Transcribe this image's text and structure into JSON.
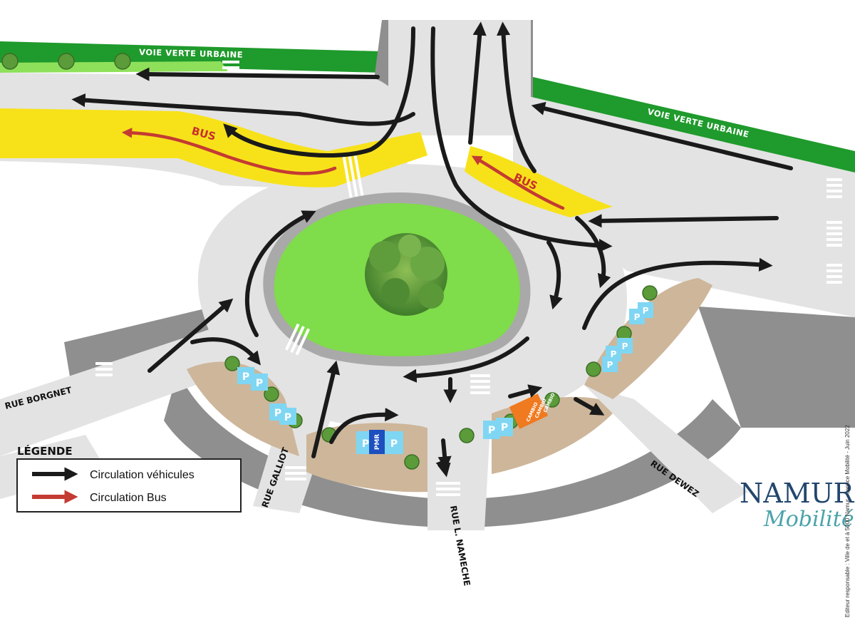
{
  "streets": {
    "voie_verte_left": "VOIE VERTE URBAINE",
    "voie_verte_right": "VOIE VERTE URBAINE",
    "rue_borgnet": "RUE BORGNET",
    "rue_galliot": "RUE GALLIOT",
    "rue_nameche": "RUE L. NAMECHE",
    "rue_dewez": "RUE DEWEZ"
  },
  "bus_labels": {
    "left": "BUS",
    "right": "BUS"
  },
  "parking": {
    "p": "P",
    "pmr": "PMR",
    "cambio": "CAMBIO"
  },
  "legend": {
    "title": "LÉGENDE",
    "vehicles": "Circulation véhicules",
    "bus": "Circulation Bus",
    "vehicle_color": "#1a1a1a",
    "bus_color": "#c43b32"
  },
  "brand": {
    "main": "NAMUR",
    "sub": "Mobilité"
  },
  "credit": "Editeur responsable : Ville de et à 5000 Namur - service Mobilité - Juin 2022",
  "colors": {
    "road": "#e3e3e3",
    "curb": "#8f8f8f",
    "grass": "#7fdc4a",
    "bus_lane": "#f7e21a",
    "sidewalk": "#cdb69a",
    "greenway": "#1f9a2c",
    "parking": "#7fd6f3",
    "pmr": "#1d4fbf",
    "cambio": "#ef7a1f"
  }
}
